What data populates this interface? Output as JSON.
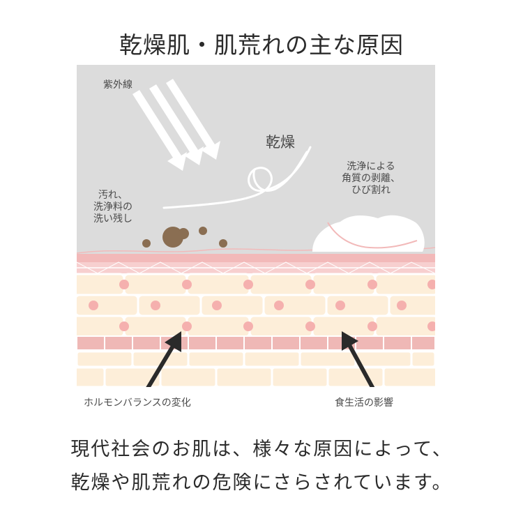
{
  "title": "乾燥肌・肌荒れの主な原因",
  "labels": {
    "uv": "紫外線",
    "dryness": "乾燥",
    "dirt": [
      "汚れ、",
      "洗浄料の",
      "洗い残し"
    ],
    "washing": [
      "洗浄による",
      "角質の剥離、",
      "ひび割れ"
    ],
    "hormone": "ホルモンバランスの変化",
    "food": "食生活の影響"
  },
  "caption": {
    "line1": "現代社会のお肌は、様々な原因によって、",
    "line2": "乾燥や肌荒れの危険にさらされています。"
  },
  "colors": {
    "sky": "#dcdcdc",
    "surface_pink": "#f2b9b9",
    "cell_fill": "#fdeed9",
    "nucleus": "#f5b0ae",
    "basal_row": "#efb8b6",
    "dirt": "#8a6e52",
    "arrow": "#2a2a2a"
  },
  "icons": [
    "uv-rays-icon",
    "dryness-swirl-icon",
    "dirt-particles-icon",
    "foam-icon",
    "hormone-arrow-icon",
    "food-arrow-icon"
  ]
}
